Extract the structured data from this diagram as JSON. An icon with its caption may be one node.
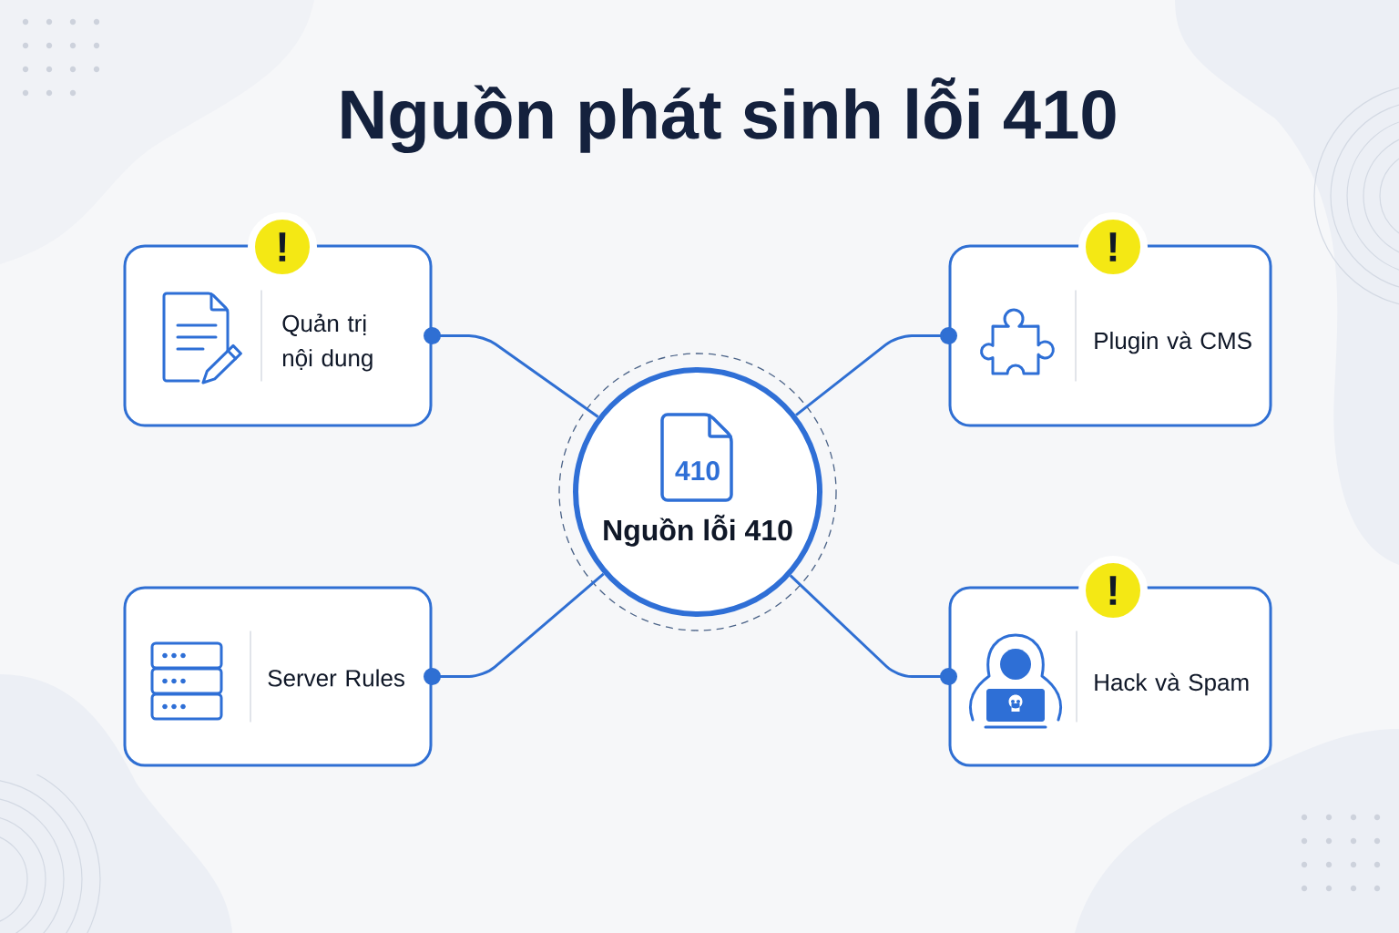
{
  "diagram": {
    "title": "Nguồn phát sinh lỗi 410",
    "nodes": [
      {
        "text": [
          "Quản trị nội dung"
        ]
      },
      {
        "text": [
          "!"
        ]
      },
      {
        "text": [
          "Plugin và CMS"
        ]
      },
      {
        "text": [
          "!"
        ]
      },
      {
        "text": [
          "410",
          "Nguồn lỗi 410"
        ]
      },
      {
        "text": [
          "Server Rules"
        ]
      },
      {
        "text": [
          "!"
        ]
      },
      {
        "text": [
          "Hack và Spam"
        ]
      }
    ],
    "edges": [
      {
        "from": 0,
        "to": 4,
        "arrow": "other"
      },
      {
        "from": 2,
        "to": 4,
        "arrow": "other"
      },
      {
        "from": 5,
        "to": 4,
        "arrow": "other"
      },
      {
        "from": 7,
        "to": 4,
        "arrow": "other"
      }
    ]
  }
}
